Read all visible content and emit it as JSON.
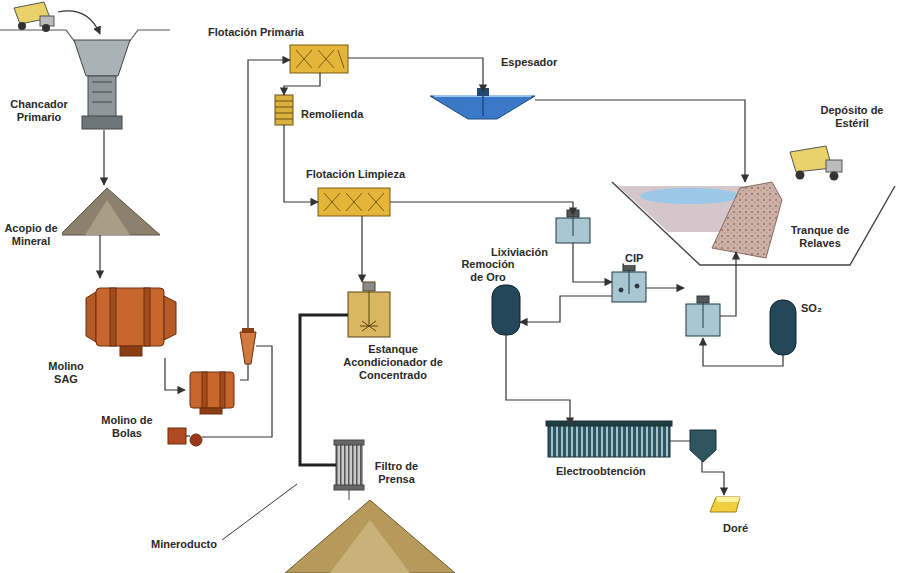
{
  "diagram": {
    "nodes": [
      {
        "text": [
          "Chancador Primario"
        ]
      },
      {
        "text": [
          "Acopio de Mineral"
        ]
      },
      {
        "text": [
          "Molino SAG"
        ]
      },
      {
        "text": [
          "Molino de Bolas"
        ]
      },
      {
        "text": [
          "Flotación Primaria"
        ]
      },
      {
        "text": [
          "Espesador"
        ]
      },
      {
        "text": [
          "Remolienda"
        ]
      },
      {
        "text": [
          "Flotación Limpieza"
        ]
      },
      {
        "text": [
          "Estanque Acondicionador de Concentrado"
        ]
      },
      {
        "text": [
          "Filtro de Prensa"
        ]
      },
      {
        "text": [
          "Depósito de Estéril"
        ]
      },
      {
        "text": [
          "Tranque de Relaves"
        ]
      },
      {
        "text": [
          "Lixiviación"
        ]
      },
      {
        "text": [
          "CIP"
        ]
      },
      {
        "text": [
          "SO₂"
        ]
      },
      {
        "text": [
          "Remoción de Oro"
        ]
      },
      {
        "text": [
          "Electroobtención"
        ]
      },
      {
        "text": [
          "Doré"
        ]
      }
    ],
    "edges": [
      {
        "from": 0,
        "to": 1,
        "arrow": "to"
      },
      {
        "from": 1,
        "to": 2,
        "arrow": "to"
      },
      {
        "from": 2,
        "to": 3,
        "arrow": "to"
      },
      {
        "from": 3,
        "to": 4,
        "arrow": "to"
      },
      {
        "from": 4,
        "to": 5,
        "arrow": "to"
      },
      {
        "from": 4,
        "to": 6,
        "arrow": "to"
      },
      {
        "from": 6,
        "to": 7,
        "arrow": "to"
      },
      {
        "from": 7,
        "to": 8,
        "arrow": "to"
      },
      {
        "from": 7,
        "to": 12,
        "arrow": "to"
      },
      {
        "from": 5,
        "to": 11,
        "arrow": "to"
      },
      {
        "from": 12,
        "to": 13,
        "arrow": "to"
      },
      {
        "from": 13,
        "to": 15,
        "arrow": "to"
      },
      {
        "from": 15,
        "to": 16,
        "arrow": "to"
      },
      {
        "from": 16,
        "to": 17,
        "arrow": "to"
      },
      {
        "from": 8,
        "to": 9,
        "arrow": "none"
      }
    ],
    "labels": [
      "Mineroducto"
    ]
  }
}
